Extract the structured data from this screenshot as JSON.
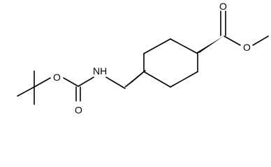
{
  "molecule": {
    "atom_labels": {
      "carbonyl_o_ester": "O",
      "ester_o": "O",
      "nh": "NH",
      "carbamate_o": "O",
      "carbamate_carbonyl_o": "O"
    },
    "colors": {
      "bond": "#000000",
      "label": "#000000",
      "background": "#ffffff"
    }
  }
}
